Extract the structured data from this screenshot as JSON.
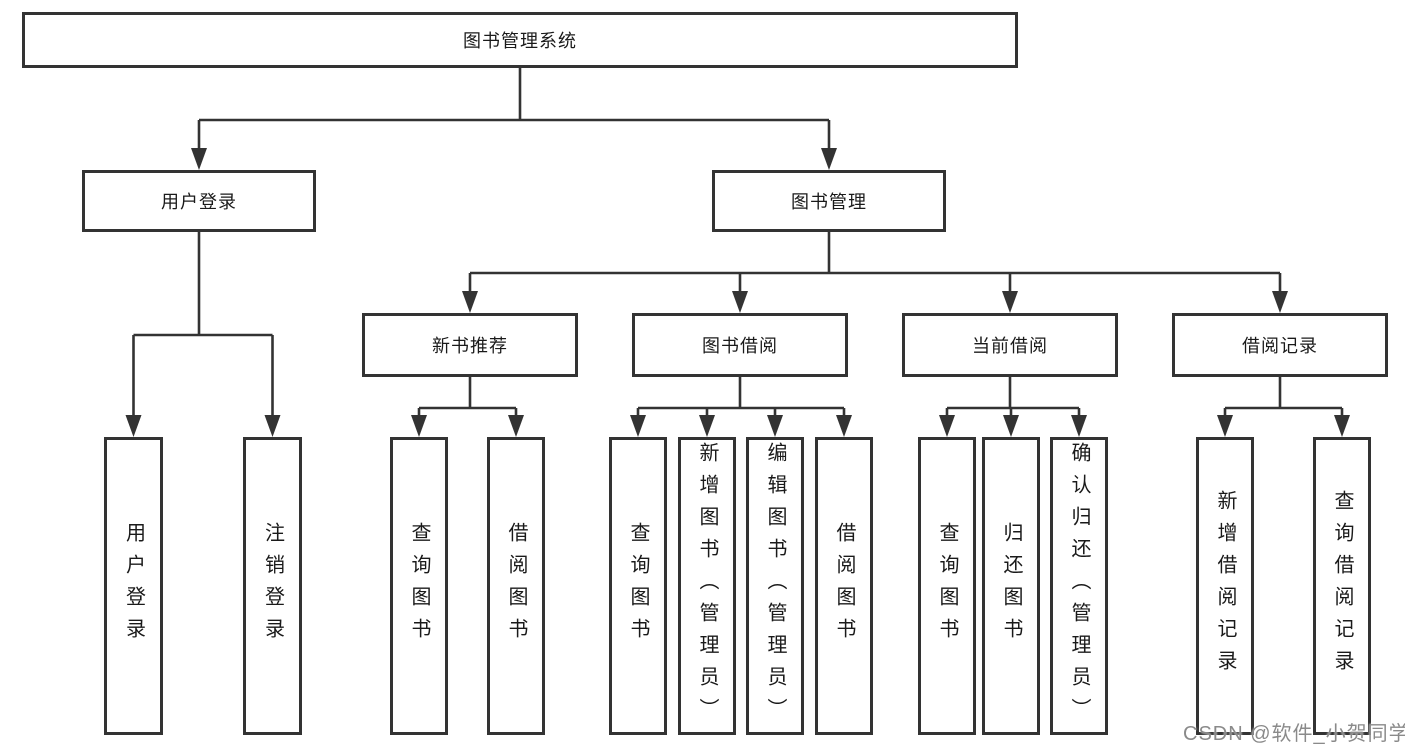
{
  "root": {
    "label": "图书管理系统"
  },
  "level2": {
    "login": "用户登录",
    "management": "图书管理"
  },
  "level3": {
    "recommend": "新书推荐",
    "borrow": "图书借阅",
    "current": "当前借阅",
    "records": "借阅记录"
  },
  "leaves": {
    "login": [
      "用户登录",
      "注销登录"
    ],
    "recommend": [
      "查询图书",
      "借阅图书"
    ],
    "borrow": [
      "查询图书",
      "新增图书（管理员）",
      "编辑图书（管理员）",
      "借阅图书"
    ],
    "current": [
      "查询图书",
      "归还图书",
      "确认归还（管理员）"
    ],
    "records": [
      "新增借阅记录",
      "查询借阅记录"
    ]
  },
  "watermark": {
    "text": "CSDN @软件_小贺同学",
    "color": "#8a8a8a"
  },
  "colors": {
    "line": "#333333",
    "box_border": "#333333",
    "background": "#ffffff"
  }
}
